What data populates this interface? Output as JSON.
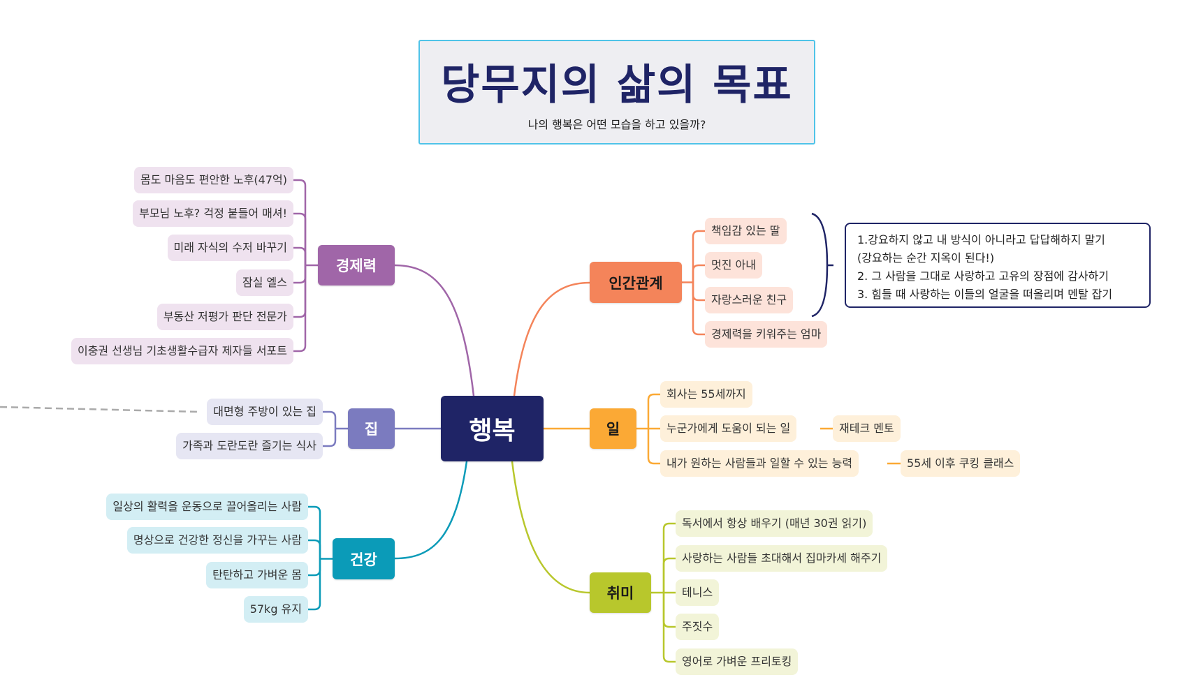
{
  "title": {
    "main": "당무지의 삶의 목표",
    "subtitle": "나의 행복은 어떤 모습을 하고 있을까?"
  },
  "center": "행복",
  "branches": {
    "economy": {
      "label": "경제력",
      "color": "#a066a8",
      "leaf_bg": "#efe2ef",
      "items": [
        "몸도 마음도 편안한 노후(47억)",
        "부모님 노후? 걱정 붙들어 매셔!",
        "미래 자식의 수저 바꾸기",
        "잠실 엘스",
        "부동산 저평가 판단 전문가",
        "이충권 선생님 기초생활수급자 제자들 서포트"
      ]
    },
    "home": {
      "label": "집",
      "color": "#7b7bbf",
      "leaf_bg": "#e6e6f3",
      "items": [
        "대면형 주방이 있는 집",
        "가족과 도란도란 즐기는 식사"
      ]
    },
    "health": {
      "label": "건강",
      "color": "#0b9bb8",
      "leaf_bg": "#d3eef4",
      "items": [
        "일상의 활력을 운동으로 끌어올리는 사람",
        "명상으로 건강한 정신을 가꾸는 사람",
        "탄탄하고 가벼운 몸",
        "57kg 유지"
      ]
    },
    "relations": {
      "label": "인간관계",
      "color": "#f4845a",
      "leaf_bg": "#fde3da",
      "items": [
        "책임감 있는 딸",
        "멋진 아내",
        "자랑스러운 친구",
        "경제력을 키워주는 엄마"
      ],
      "note": [
        "1.강요하지 않고 내 방식이 아니라고 답답해하지 말기",
        "(강요하는 순간 지옥이 된다!)",
        "2. 그 사람을 그대로 사랑하고 고유의 장점에 감사하기",
        "3. 힘들 때 사랑하는 이들의 얼굴을 떠올리며 멘탈 잡기"
      ]
    },
    "work": {
      "label": "일",
      "color": "#fba935",
      "leaf_bg": "#fef0da",
      "items": [
        "회사는 55세까지",
        "누군가에게 도움이 되는 일",
        "내가 원하는 사람들과 일할 수 있는 능력"
      ],
      "sub_items": [
        "재테크 멘토",
        "55세 이후 쿠킹 클래스"
      ]
    },
    "hobby": {
      "label": "취미",
      "color": "#b8c72c",
      "leaf_bg": "#f2f4d8",
      "items": [
        "독서에서 항상 배우기  (매년 30권 읽기)",
        "사랑하는 사람들 초대해서 집마카세 해주기",
        "테니스",
        "주짓수",
        "영어로 가벼운 프리토킹"
      ]
    }
  }
}
